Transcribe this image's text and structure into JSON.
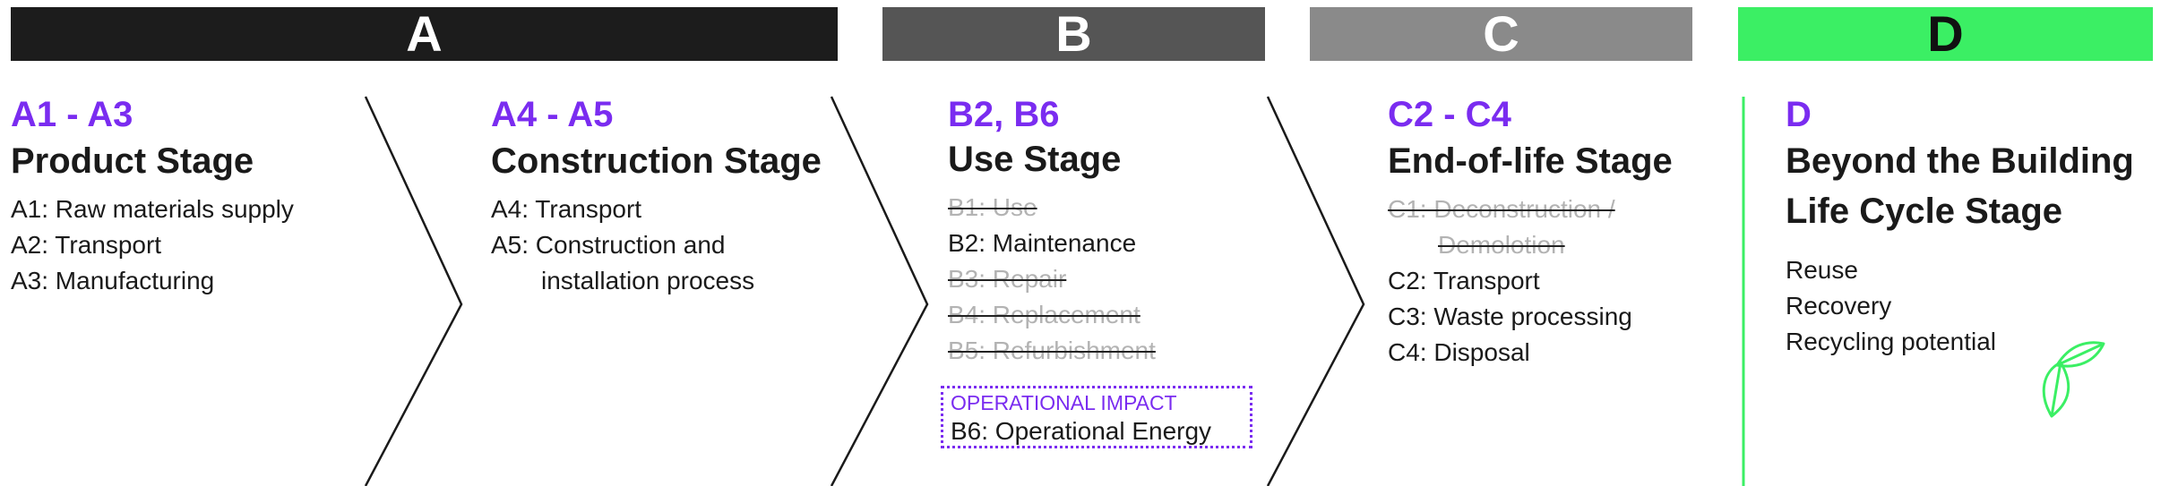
{
  "headers": {
    "a": "A",
    "b": "B",
    "c": "C",
    "d": "D"
  },
  "colors": {
    "accent": "#7a2cf0",
    "green": "#3bef64",
    "bar_a": "#1c1c1c",
    "bar_b": "#555555",
    "bar_c": "#8a8a8a"
  },
  "stages": {
    "a1": {
      "code": "A1 - A3",
      "title": "Product Stage",
      "items": [
        "A1: Raw materials supply",
        "A2: Transport",
        "A3: Manufacturing"
      ]
    },
    "a4": {
      "code": "A4 - A5",
      "title": "Construction Stage",
      "items": [
        "A4: Transport",
        "A5: Construction and",
        "installation process"
      ]
    },
    "b": {
      "code": "B2, B6",
      "title": "Use Stage",
      "items": [
        "B1: Use",
        "B2: Maintenance",
        "B3: Repair",
        "B4: Replacement",
        "B5: Refurbishment"
      ],
      "operational_label": "OPERATIONAL IMPACT",
      "operational_item": "B6: Operational Energy"
    },
    "c": {
      "code": "C2 - C4",
      "title": "End-of-life Stage",
      "items": [
        "C1: Deconstruction /",
        "Demolotion",
        "C2: Transport",
        "C3: Waste processing",
        "C4: Disposal"
      ]
    },
    "d": {
      "code": "D",
      "title_line1": "Beyond the Building",
      "title_line2": "Life Cycle Stage",
      "items": [
        "Reuse",
        "Recovery",
        "Recycling potential"
      ],
      "icon": "leaf-icon"
    }
  }
}
